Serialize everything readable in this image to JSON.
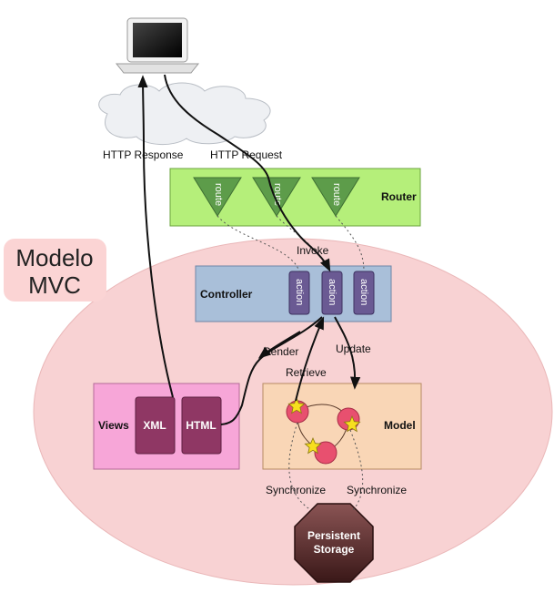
{
  "title_line1": "Modelo",
  "title_line2": "MVC",
  "labels": {
    "http_response": "HTTP Response",
    "http_request": "HTTP Request",
    "invoke": "Invoke",
    "render": "Render",
    "retrieve": "Retrieve",
    "update": "Update",
    "synchronize_left": "Synchronize",
    "synchronize_right": "Synchronize"
  },
  "router": {
    "title": "Router",
    "route_label": "route",
    "route_count": 3
  },
  "controller": {
    "title": "Controller",
    "action_label": "action",
    "action_count": 3
  },
  "views": {
    "title": "Views",
    "items": [
      "XML",
      "HTML"
    ]
  },
  "model": {
    "title": "Model"
  },
  "storage": {
    "line1": "Persistent",
    "line2": "Storage"
  },
  "colors": {
    "router_bg": "#b5ef7a",
    "controller_bg": "#a9bfd9",
    "views_bg": "#f7a6d8",
    "model_bg": "#f9d6b6",
    "ellipse_bg": "#f8d2d3",
    "title_bg": "#fbd4d4",
    "route_fill": "#5d9c4a",
    "action_fill": "#6a5a93",
    "view_item_fill": "#8f3764",
    "node_fill": "#e8506f",
    "storage_fill": "#4a2424",
    "star_fill": "#f7df1e"
  }
}
